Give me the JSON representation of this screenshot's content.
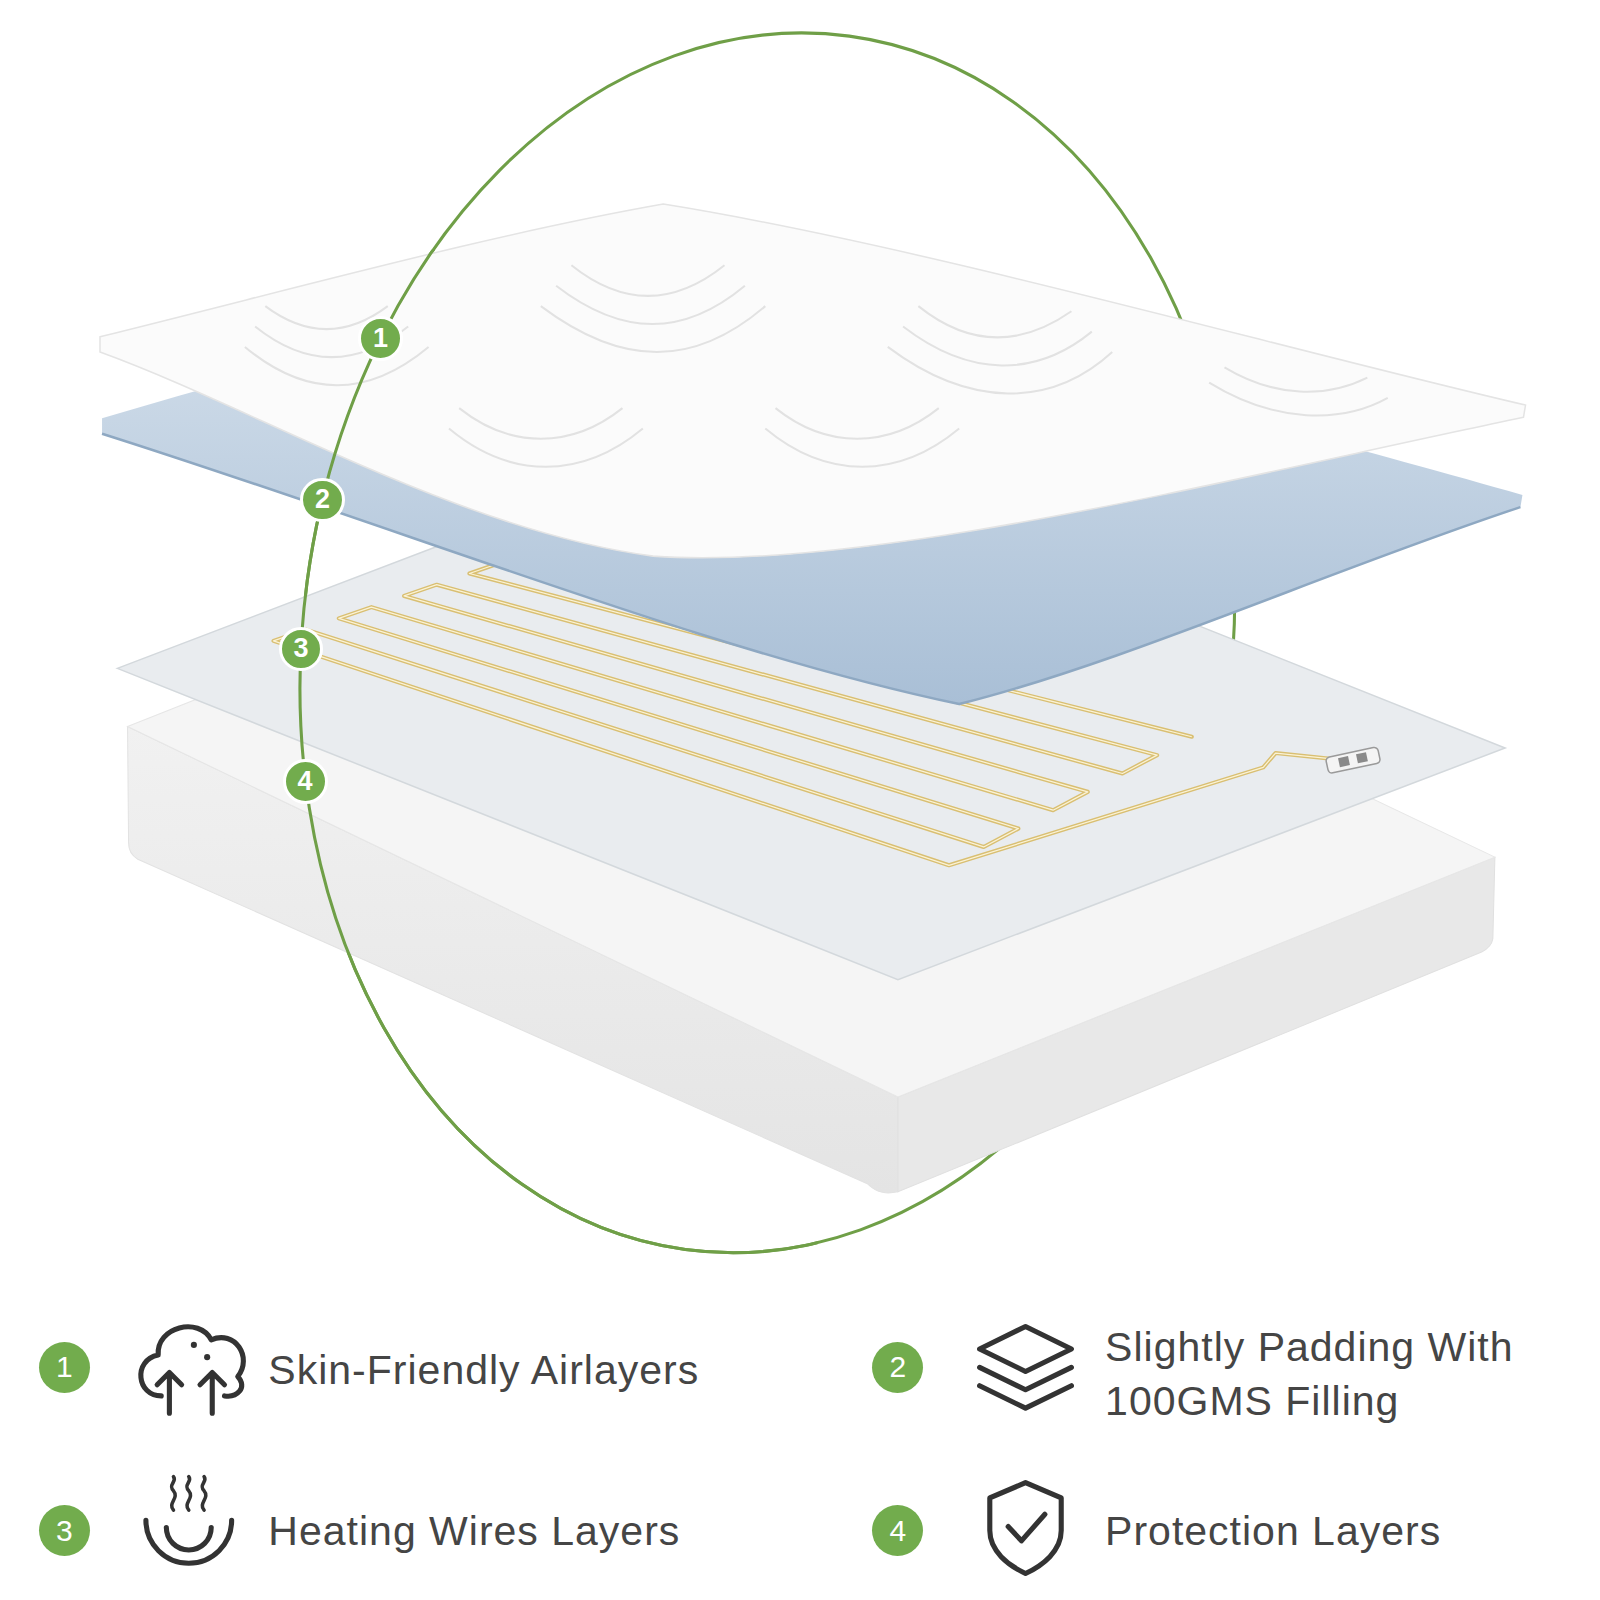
{
  "diagram": {
    "nodes": [
      {
        "text": [
          "1"
        ]
      },
      {
        "text": [
          "2"
        ]
      },
      {
        "text": [
          "3"
        ]
      },
      {
        "text": [
          "4"
        ]
      },
      {
        "text": [
          "1"
        ]
      },
      {
        "text": [
          "2"
        ]
      },
      {
        "text": [
          "3"
        ]
      },
      {
        "text": [
          "4"
        ]
      }
    ],
    "labels": [
      "Skin-Friendly Airlayers",
      "Slightly Padding With 100GMS Filling",
      "Heating Wires Layers",
      "Protection Layers"
    ]
  }
}
